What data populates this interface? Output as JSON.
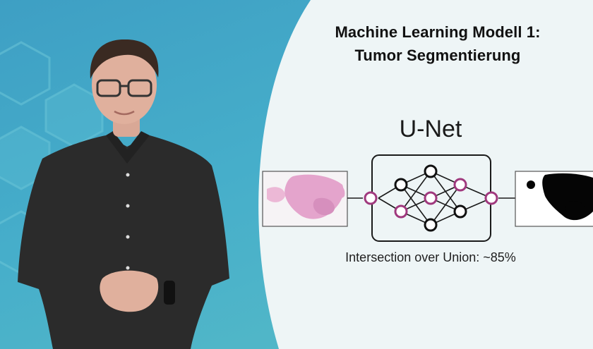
{
  "slide": {
    "title_line1": "Machine Learning Modell 1:",
    "title_line2": "Tumor Segmentierung",
    "model_name": "U-Net",
    "metric_text": "Intersection over Union: ~85%"
  },
  "colors": {
    "background_teal": "#46aeca",
    "slide_panel": "#eef5f6",
    "node_accent": "#a0397e",
    "tissue_pink": "#e4a4cc",
    "shirt": "#2a2a2a"
  }
}
